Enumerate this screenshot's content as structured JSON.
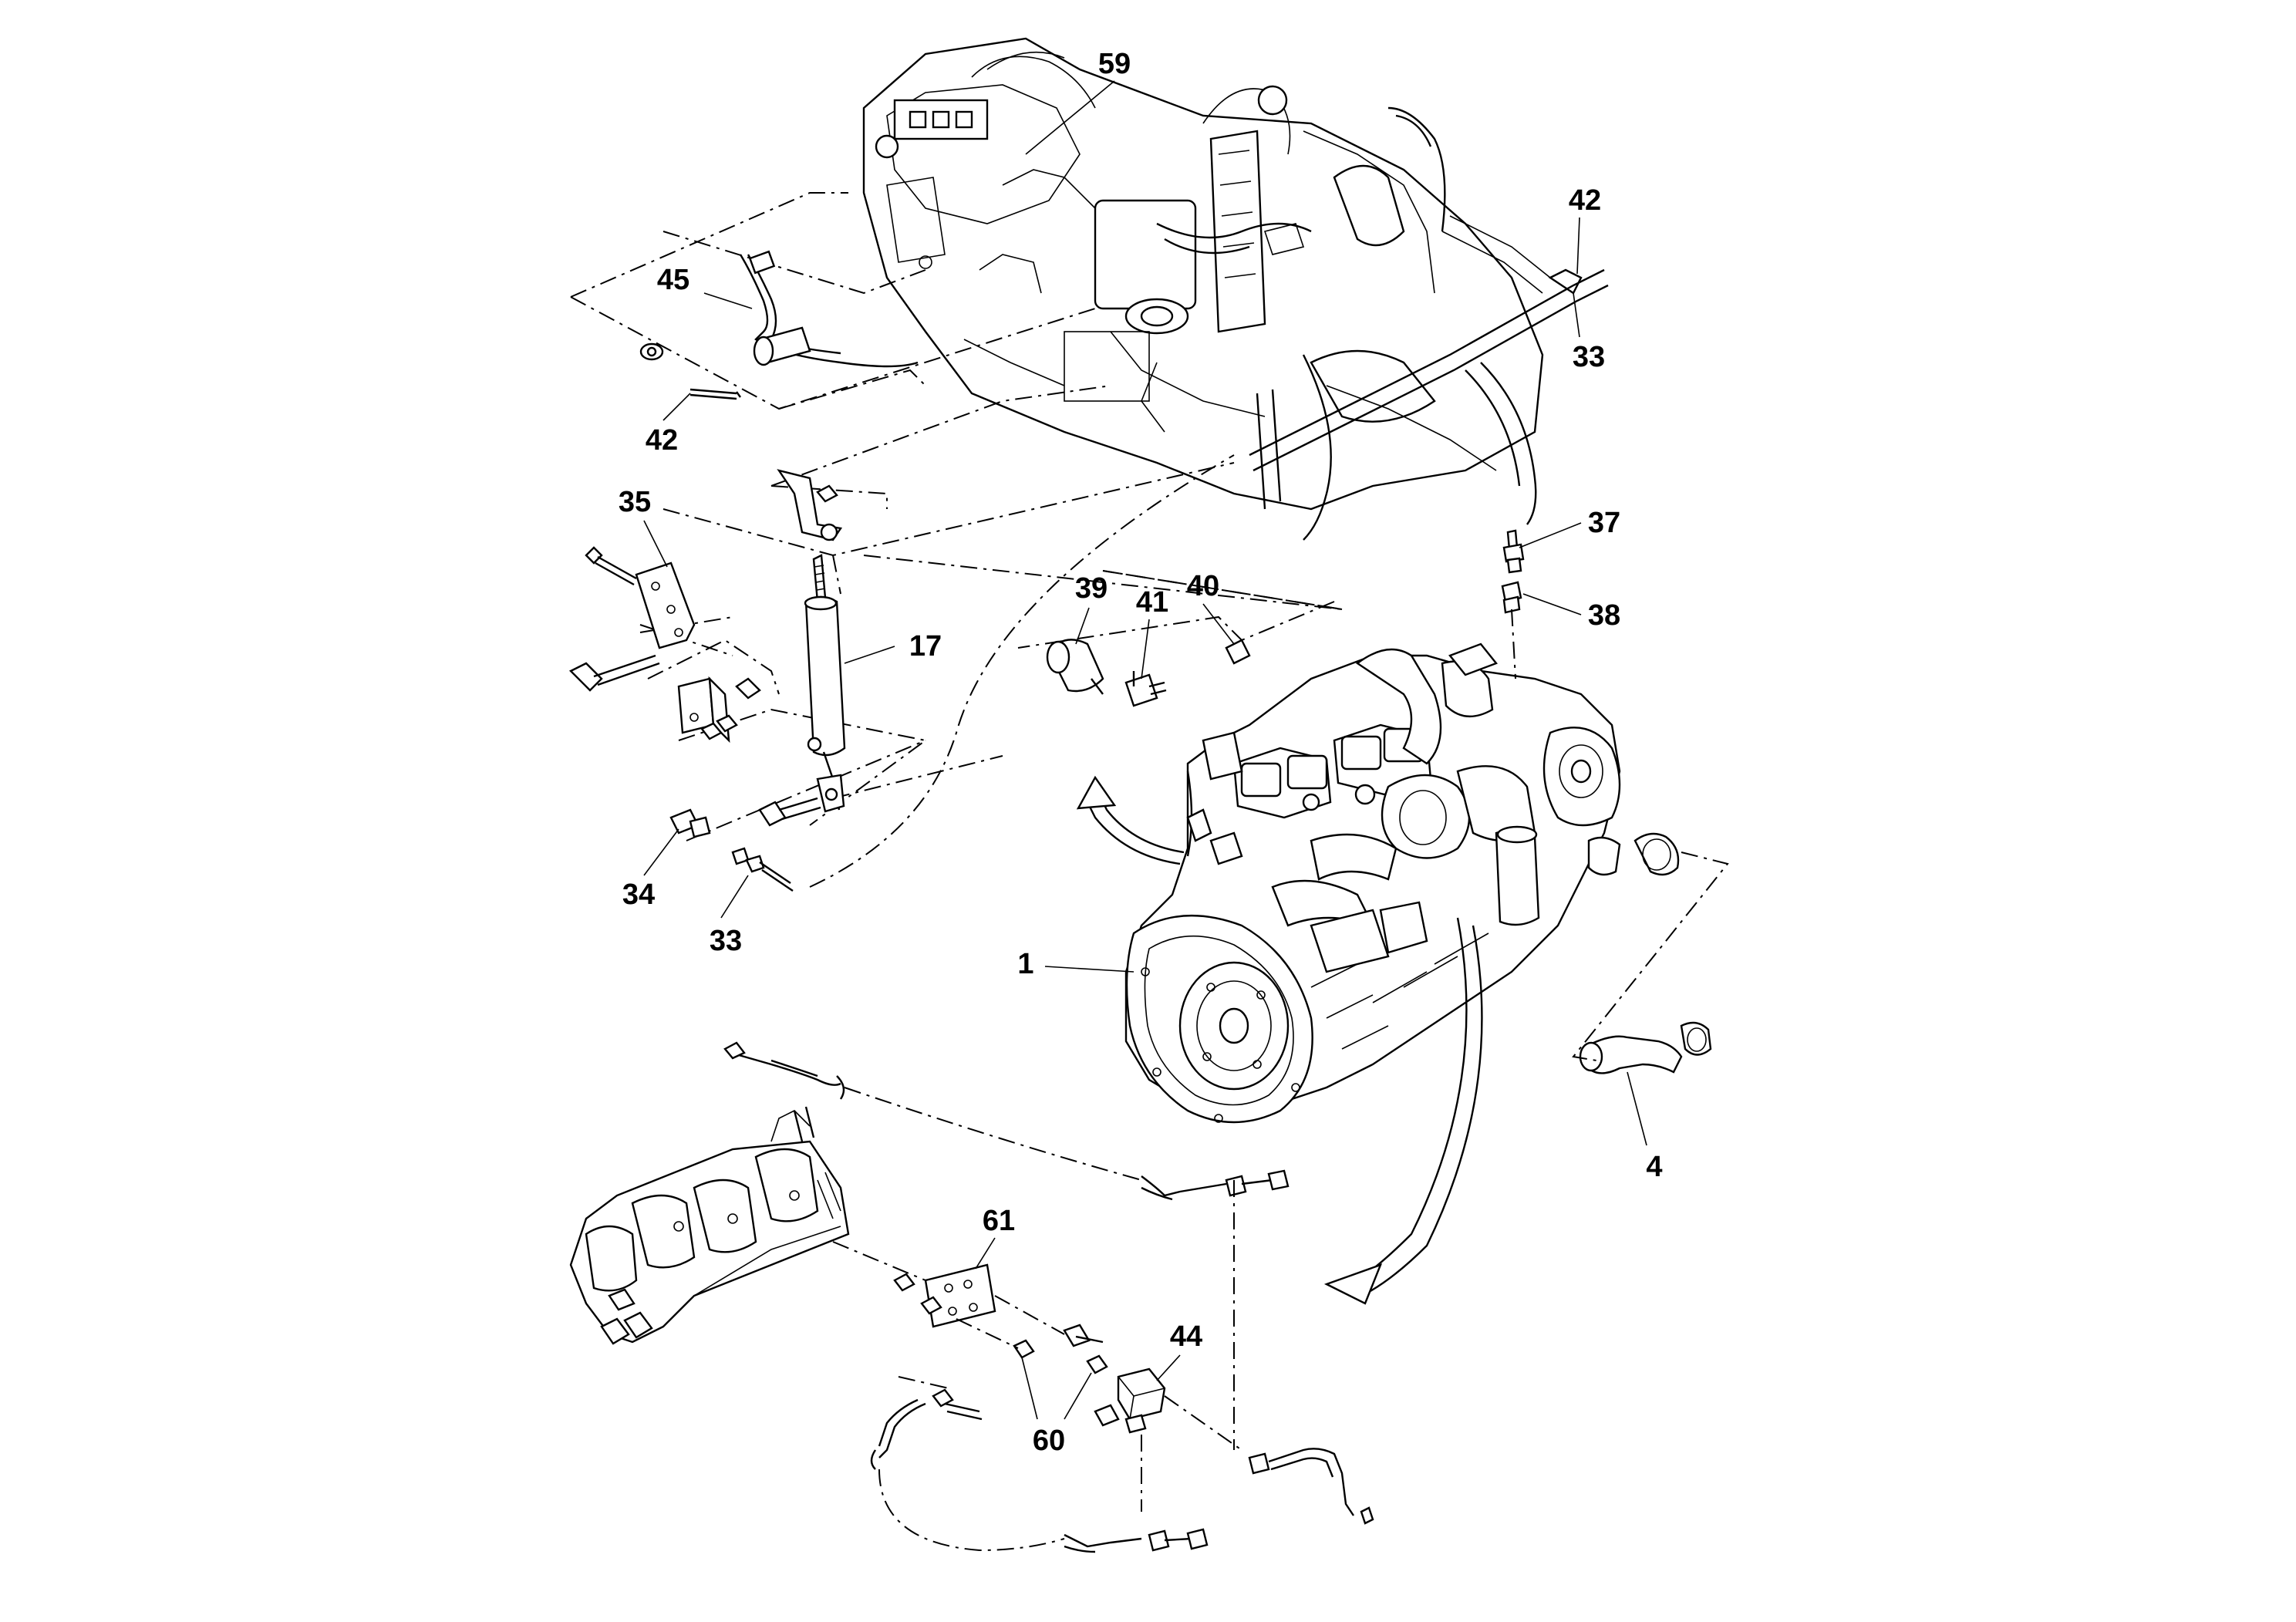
{
  "diagram": {
    "callouts": [
      {
        "id": "c59",
        "label": "59"
      },
      {
        "id": "c42a",
        "label": "42"
      },
      {
        "id": "c33a",
        "label": "33"
      },
      {
        "id": "c45",
        "label": "45"
      },
      {
        "id": "c42b",
        "label": "42"
      },
      {
        "id": "c35",
        "label": "35"
      },
      {
        "id": "c17",
        "label": "17"
      },
      {
        "id": "c34",
        "label": "34"
      },
      {
        "id": "c33b",
        "label": "33"
      },
      {
        "id": "c39",
        "label": "39"
      },
      {
        "id": "c41",
        "label": "41"
      },
      {
        "id": "c40",
        "label": "40"
      },
      {
        "id": "c37",
        "label": "37"
      },
      {
        "id": "c38",
        "label": "38"
      },
      {
        "id": "c1",
        "label": "1"
      },
      {
        "id": "c4",
        "label": "4"
      },
      {
        "id": "c61",
        "label": "61"
      },
      {
        "id": "c44",
        "label": "44"
      },
      {
        "id": "c60",
        "label": "60"
      }
    ]
  }
}
